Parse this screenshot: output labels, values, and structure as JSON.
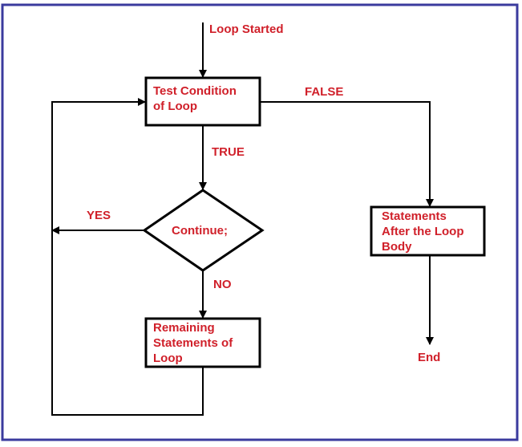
{
  "diagram": {
    "start_label": "Loop Started",
    "test_box": {
      "line1": "Test Condition",
      "line2": "of Loop"
    },
    "false_label": "FALSE",
    "true_label": "TRUE",
    "decision": "Continue;",
    "yes_label": "YES",
    "no_label": "NO",
    "remaining_box": {
      "line1": "Remaining",
      "line2": "Statements of",
      "line3": "Loop"
    },
    "after_box": {
      "line1": "Statements",
      "line2": "After the Loop",
      "line3": "Body"
    },
    "end_label": "End"
  },
  "colors": {
    "border": "#3b3b9e",
    "text": "#d0202a",
    "stroke": "#000000"
  }
}
